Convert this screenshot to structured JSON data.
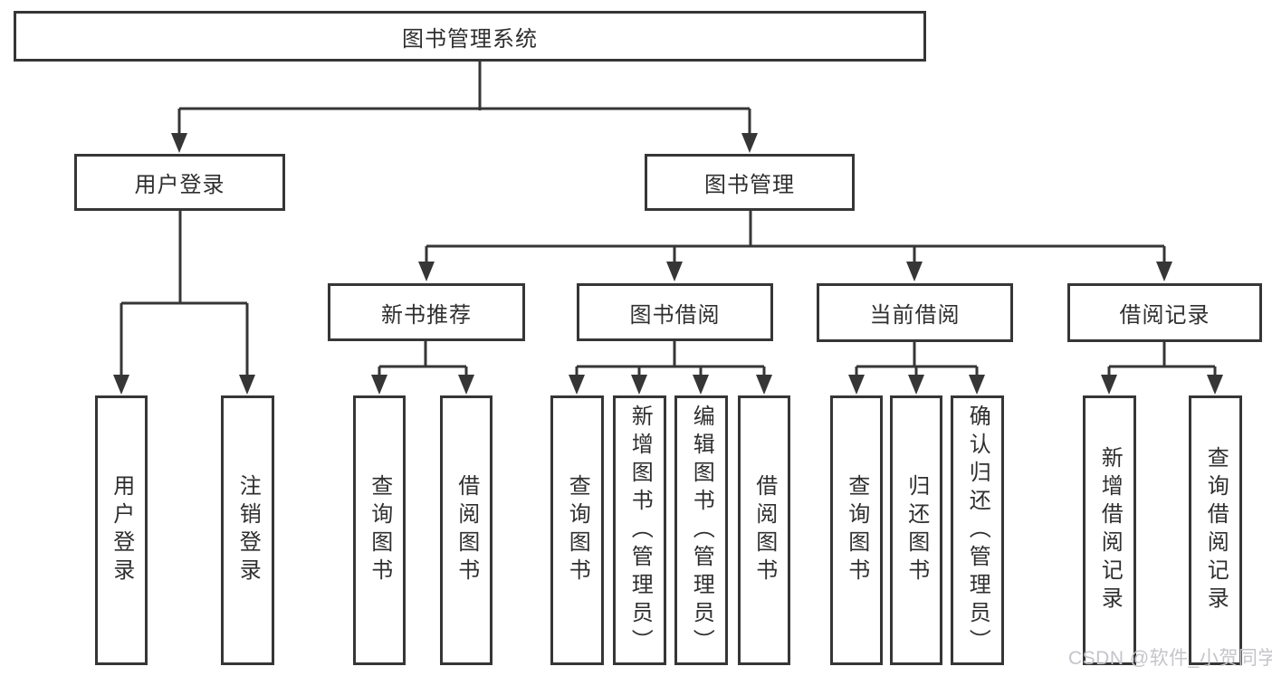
{
  "tree": {
    "root": "图书管理系统",
    "user_login": {
      "label": "用户登录",
      "children": [
        "用户登录",
        "注销登录"
      ]
    },
    "book_management": {
      "label": "图书管理",
      "new_book_recommend": {
        "label": "新书推荐",
        "children": [
          "查询图书",
          "借阅图书"
        ]
      },
      "book_borrow": {
        "label": "图书借阅",
        "children": [
          "查询图书",
          "新增图书（管理员）",
          "编辑图书（管理员）",
          "借阅图书"
        ]
      },
      "current_borrow": {
        "label": "当前借阅",
        "children": [
          "查询图书",
          "归还图书",
          "确认归还（管理员）"
        ]
      },
      "borrow_records": {
        "label": "借阅记录",
        "children": [
          "新增借阅记录",
          "查询借阅记录"
        ]
      }
    }
  },
  "watermark": "CSDN @软件_小贺同学",
  "colors": {
    "line": "#363636",
    "text": "#2f2f2f",
    "background": "#ffffff",
    "watermark": "#c4c4ca"
  }
}
